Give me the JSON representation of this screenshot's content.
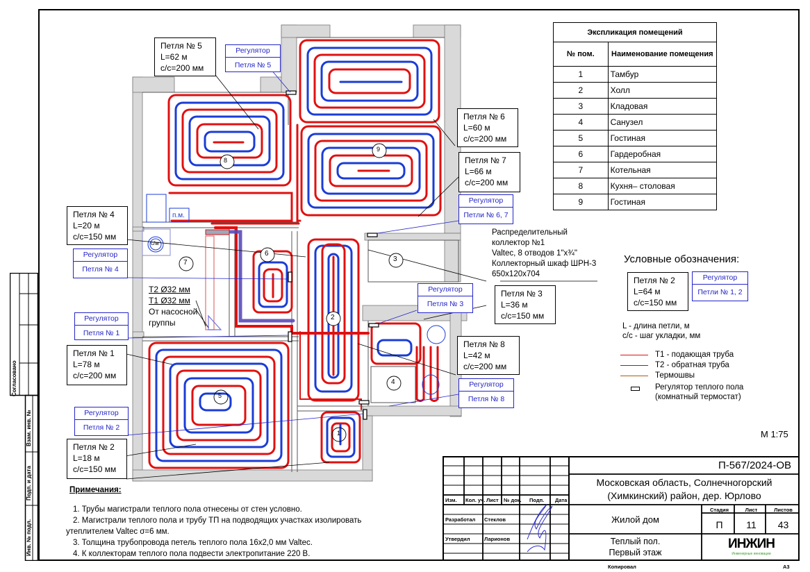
{
  "sheet": {
    "scale": "М 1:75",
    "format": "А3",
    "copied_label": "Копировал"
  },
  "colors": {
    "supply": "#e01010",
    "return": "#1a3cd6",
    "thermal_joint": "#b05a10",
    "regulator_border": "#2323c8",
    "wall_fill": "#d9d9d9"
  },
  "explication": {
    "title": "Экспликация помещений",
    "col_num": "№ пом.",
    "col_name": "Наименование помещения",
    "rows": [
      {
        "num": "1",
        "name": "Тамбур"
      },
      {
        "num": "2",
        "name": "Холл"
      },
      {
        "num": "3",
        "name": "Кладовая"
      },
      {
        "num": "4",
        "name": "Санузел"
      },
      {
        "num": "5",
        "name": "Гостиная"
      },
      {
        "num": "6",
        "name": "Гардеробная"
      },
      {
        "num": "7",
        "name": "Котельная"
      },
      {
        "num": "8",
        "name": "Кухня– столовая"
      },
      {
        "num": "9",
        "name": "Гостиная"
      }
    ]
  },
  "loops": [
    {
      "title": "Петля № 5",
      "length": "L=62 м",
      "step": "с/с=200 мм"
    },
    {
      "title": "Петля № 6",
      "length": "L=60 м",
      "step": "с/с=200 мм"
    },
    {
      "title": "Петля № 7",
      "length": "L=66 м",
      "step": "с/с=200 мм"
    },
    {
      "title": "Петля № 4",
      "length": "L=20 м",
      "step": "с/с=150 мм"
    },
    {
      "title": "Петля № 3",
      "length": "L=36 м",
      "step": "с/с=150 мм"
    },
    {
      "title": "Петля № 1",
      "length": "L=78 м",
      "step": "с/с=200 мм"
    },
    {
      "title": "Петля № 8",
      "length": "L=42 м",
      "step": "с/с=200 мм"
    },
    {
      "title": "Петля № 2",
      "length": "L=18 м",
      "step": "с/с=150 мм"
    }
  ],
  "regulators": [
    {
      "title": "Регулятор",
      "target": "Петля № 5"
    },
    {
      "title": "Регулятор",
      "target": "Петли № 6, 7"
    },
    {
      "title": "Регулятор",
      "target": "Петля № 4"
    },
    {
      "title": "Регулятор",
      "target": "Петля № 1"
    },
    {
      "title": "Регулятор",
      "target": "Петля № 3"
    },
    {
      "title": "Регулятор",
      "target": "Петля № 2"
    },
    {
      "title": "Регулятор",
      "target": "Петля № 8"
    }
  ],
  "plan_labels": {
    "room_markers": [
      "1",
      "2",
      "3",
      "4",
      "5",
      "6",
      "7",
      "8",
      "9"
    ],
    "pm": "п.м.",
    "cm": "с/м",
    "pipes": [
      "Т2 Ø32 мм",
      "Т1 Ø32 мм",
      "От насосной",
      "группы"
    ],
    "collector": [
      "Распределительный",
      "коллектор №1",
      "Valtec, 8 отводов 1\"х¾\"",
      "Коллекторный шкаф ШРН-3",
      "650х120х704"
    ]
  },
  "legend": {
    "title": "Условные обозначения:",
    "sample_loop": {
      "title": "Петля № 2",
      "length": "L=64 м",
      "step": "с/с=150 мм"
    },
    "sample_regulator": {
      "title": "Регулятор",
      "target": "Петли № 1, 2"
    },
    "abbr": [
      "L - длина петли, м",
      "с/с - шаг укладки, мм"
    ],
    "items": [
      {
        "icon": "red-line",
        "label": "Т1 - подающая труба"
      },
      {
        "icon": "blue-line",
        "label": "Т2 - обратная труба"
      },
      {
        "icon": "brown-line",
        "label": "Термошвы"
      },
      {
        "icon": "thermostat",
        "label": "Регулятор теплого пола (комнатный термостат)"
      }
    ]
  },
  "notes": {
    "heading": "Примечания:",
    "items": [
      "1.    Трубы магистрали теплого пола отнесены от стен условно.",
      "2.    Магистрали теплого пола и трубу ТП на подводящих участках изолировать",
      "утеплителем Valtec σ=6 мм.",
      "3.    Толщина трубопровода петель теплого пола 16х2,0 мм Valtec.",
      "4.    К коллекторам теплого пола подвести электропитание 220 В."
    ]
  },
  "title_block": {
    "code": "П-567/2024-ОВ",
    "location_line1": "Московская область, Солнечногорский",
    "location_line2": "(Химкинский) район, дер. Юрлово",
    "headers": [
      "Изм.",
      "Кол. уч.",
      "Лист",
      "№ док.",
      "Подп.",
      "Дата"
    ],
    "roles": [
      {
        "role": "Разработал",
        "name": "Стеклов"
      },
      {
        "role": "Утвердил",
        "name": "Ларионов"
      }
    ],
    "object": "Жилой дом",
    "stage_label": "Стадия",
    "sheet_label": "Лист",
    "sheets_label": "Листов",
    "stage": "П",
    "sheet": "11",
    "sheets": "43",
    "drawing_line1": "Теплый пол.",
    "drawing_line2": "Первый этаж",
    "logo_text": "ИНЖИН",
    "logo_sub": "Инженерные инновации"
  },
  "side_stamp": {
    "agreed": "Согласовано",
    "fields": [
      "Взам. инв. №",
      "Подп. и дата",
      "Инв. № подл."
    ]
  }
}
